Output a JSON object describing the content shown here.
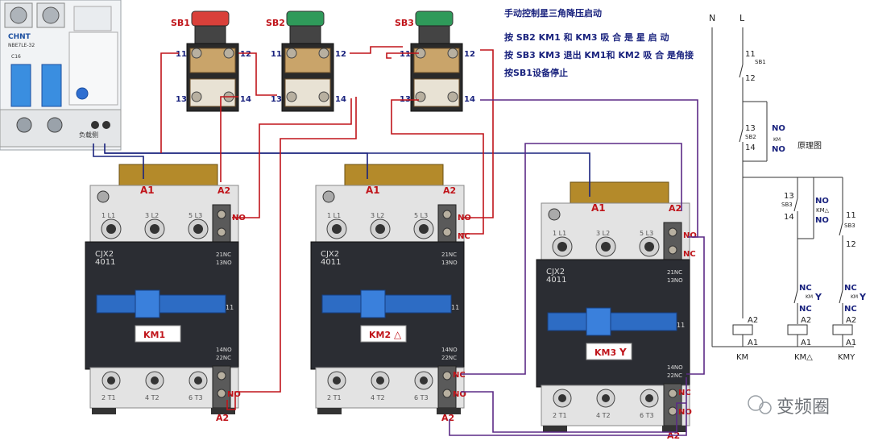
{
  "title": "手动控制星三角降压启动",
  "instructions": [
    "按 SB2  KM1 和 KM3 吸 合 是 星 启 动",
    "按 SB3  KM3 退出  KM1和 KM2 吸 合  是角接",
    "按SB1设备停止"
  ],
  "buttons": [
    {
      "name": "SB1",
      "t1": "11",
      "t2": "12",
      "t3": "13",
      "t4": "14",
      "cap": "#d9403a"
    },
    {
      "name": "SB2",
      "t1": "11",
      "t2": "12",
      "t3": "13",
      "t4": "14",
      "cap": "#2f9a5a"
    },
    {
      "name": "SB3",
      "t1": "11",
      "t2": "12",
      "t3": "13",
      "t4": "14",
      "cap": "#2f9a5a"
    }
  ],
  "breaker": {
    "brand": "CHNT",
    "model": "NBE7LE-32",
    "rating": "C16",
    "side_text": "负载侧"
  },
  "contactors": [
    {
      "tag": "KM1",
      "symbol": "",
      "model": "CJX2",
      "model2": "4011",
      "a1": "A1",
      "a2": "A2",
      "no_top": "NO",
      "nc_top": "",
      "no_bot": "NO",
      "nc_bot": "",
      "a2_bot": "A2",
      "top_terms": [
        "1 L1",
        "3 L2",
        "5 L3"
      ],
      "bot_terms": [
        "2 T1",
        "4 T2",
        "6 T3"
      ],
      "c21": "21NC",
      "c13": "13NO",
      "c14": "14NO",
      "c22": "22NC",
      "c11": "11"
    },
    {
      "tag": "KM2",
      "symbol": "△",
      "model": "CJX2",
      "model2": "4011",
      "a1": "A1",
      "a2": "A2",
      "no_top": "NO",
      "nc_top": "NC",
      "no_bot": "NO",
      "nc_bot": "NC",
      "a2_bot": "A2",
      "top_terms": [
        "1 L1",
        "3 L2",
        "5 L3"
      ],
      "bot_terms": [
        "2 T1",
        "4 T2",
        "6 T3"
      ],
      "c21": "21NC",
      "c13": "13NO",
      "c14": "14NO",
      "c22": "22NC",
      "c11": "11"
    },
    {
      "tag": "KM3",
      "symbol": "Y",
      "model": "CJX2",
      "model2": "4011",
      "a1": "A1",
      "a2": "A2",
      "no_top": "NO",
      "nc_top": "NC",
      "no_bot": "NO",
      "nc_bot": "NC",
      "a2_bot": "A2",
      "top_terms": [
        "1 L1",
        "3 L2",
        "5 L3"
      ],
      "bot_terms": [
        "2 T1",
        "4 T2",
        "6 T3"
      ],
      "c21": "21NC",
      "c13": "13NO",
      "c14": "14NO",
      "c22": "22NC",
      "c11": "11"
    }
  ],
  "schematic": {
    "n": "N",
    "l": "L",
    "title": "原理图",
    "sb1": {
      "top": "11",
      "name": "SB1",
      "bot": "12"
    },
    "sb2": {
      "top": "13",
      "name": "SB2",
      "bot": "14",
      "no": "NO",
      "km": "KM",
      "no2": "NO"
    },
    "sb3a": {
      "top": "13",
      "name": "SB3",
      "bot": "14",
      "no": "NO",
      "km": "KM△",
      "no2": "NO"
    },
    "sb3b": {
      "top": "11",
      "name": "SB3",
      "bot": "12"
    },
    "nc1": {
      "nc": "NC",
      "km": "KM",
      "sym": "Y",
      "nc2": "NC"
    },
    "nc2": {
      "nc": "NC",
      "km": "KM",
      "sym": "Y",
      "nc2": "NC"
    },
    "coils": [
      {
        "a2": "A2",
        "a1": "A1",
        "label": "KM"
      },
      {
        "a2": "A2",
        "a1": "A1",
        "label": "KM△"
      },
      {
        "a2": "A2",
        "a1": "A1",
        "label": "KMY"
      }
    ]
  },
  "watermark": "变频圈",
  "colors": {
    "red_wire": "#c0141a",
    "blue_wire": "#1a237e",
    "purple_wire": "#5b2a86",
    "body_dark": "#2b2d33",
    "body_grey": "#d8d8d8",
    "blue_toggle": "#2d6cc4",
    "label_red": "#c0141a"
  }
}
